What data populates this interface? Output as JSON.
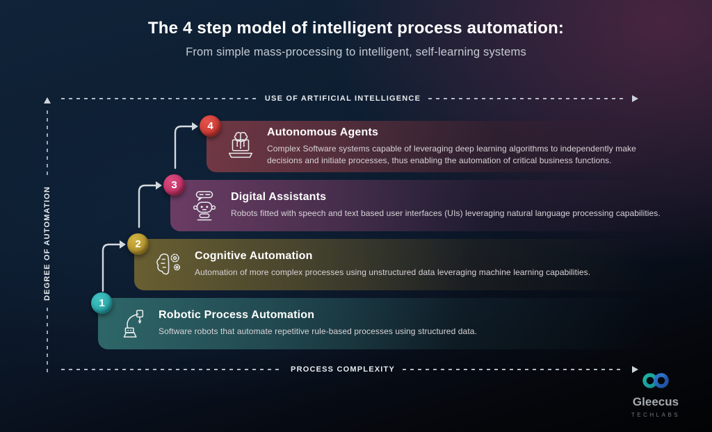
{
  "header": {
    "title": "The 4 step model of intelligent process automation:",
    "subtitle": "From simple mass-processing to intelligent, self-learning systems"
  },
  "axes": {
    "top": {
      "label": "USE OF ARTIFICIAL INTELLIGENCE"
    },
    "left": {
      "label": "DEGREE OF AUTOMATION"
    },
    "bottom": {
      "label": "PROCESS COMPLEXITY"
    }
  },
  "steps": [
    {
      "number": "1",
      "title": "Robotic Process Automation",
      "description": "Software robots that automate repetitive rule-based processes using structured data.",
      "icon": "robot-arm-icon",
      "accent_color": "#27a2a6",
      "card_color": "#306b6c"
    },
    {
      "number": "2",
      "title": "Cognitive Automation",
      "description": "Automation of more complex processes using unstructured data leveraging machine learning capabilities.",
      "icon": "brain-gears-icon",
      "accent_color": "#ab8c2a",
      "card_color": "#6e6231"
    },
    {
      "number": "3",
      "title": "Digital Assistants",
      "description": "Robots fitted with speech and text based user interfaces (UIs) leveraging natural language processing capabilities.",
      "icon": "chatbot-icon",
      "accent_color": "#bd2f62",
      "card_color": "#703e66"
    },
    {
      "number": "4",
      "title": "Autonomous Agents",
      "description": "Complex Software systems capable of leveraging deep learning algorithms to independently make decisions and initiate processes, thus enabling the automation of critical business functions.",
      "icon": "ai-laptop-icon",
      "accent_color": "#c93732",
      "card_color": "#763945"
    }
  ],
  "logo": {
    "name": "Gleecus",
    "sub": "TECHLABS"
  }
}
